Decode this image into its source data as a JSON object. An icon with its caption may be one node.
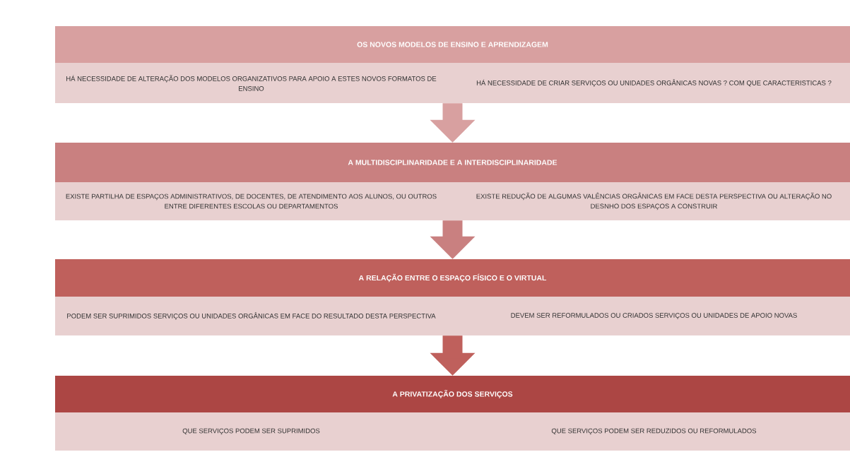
{
  "diagram": {
    "nodes": [
      {
        "text": [
          "OS NOVOS MODELOS DE ENSINO E APRENDIZAGEM"
        ]
      },
      {
        "text": [
          "HÁ NECESSIDADE DE ALTERAÇÃO DOS MODELOS ORGANIZATIVOS PARA APOIO A ESTES NOVOS FORMATOS DE ENSINO",
          "HÁ NECESSIDADE DE CRIAR SERVIÇOS OU UNIDADES ORGÂNICAS NOVAS ? COM QUE CARACTERISTICAS ?"
        ]
      },
      {
        "text": [
          "A MULTIDISCIPLINARIDADE E A INTERDISCIPLINARIDADE"
        ]
      },
      {
        "text": [
          "EXISTE PARTILHA DE ESPAÇOS ADMINISTRATIVOS, DE DOCENTES, DE ATENDIMENTO AOS ALUNOS, OU OUTROS ENTRE DIFERENTES ESCOLAS OU DEPARTAMENTOS",
          "EXISTE REDUÇÃO DE ALGUMAS VALÊNCIAS ORGÂNICAS EM FACE DESTA PERSPECTIVA OU ALTERAÇÃO NO DESNHO DOS ESPAÇOS A CONSTRUIR"
        ]
      },
      {
        "text": [
          "A RELAÇÃO ENTRE O ESPAÇO FÍSICO E O VIRTUAL"
        ]
      },
      {
        "text": [
          "PODEM SER SUPRIMIDOS SERVIÇOS OU UNIDADES ORGÂNICAS EM FACE DO RESULTADO DESTA PERSPECTIVA",
          "DEVEM SER REFORMULADOS OU CRIADOS SERVIÇOS OU UNIDADES DE APOIO NOVAS"
        ]
      },
      {
        "text": [
          "A PRIVATIZAÇÃO DOS SERVIÇOS"
        ]
      },
      {
        "text": [
          "QUE SERVIÇOS PODEM SER SUPRIMIDOS",
          "QUE SERVIÇOS PODEM SER REDUZIDOS OU REFORMULADOS"
        ]
      }
    ],
    "edges": [
      {
        "from": 1,
        "to": 2,
        "arrow": "to",
        "color": "#d8a0a0"
      },
      {
        "from": 3,
        "to": 4,
        "arrow": "to",
        "color": "#c98080"
      },
      {
        "from": 5,
        "to": 6,
        "arrow": "to",
        "color": "#bf605c"
      }
    ]
  }
}
